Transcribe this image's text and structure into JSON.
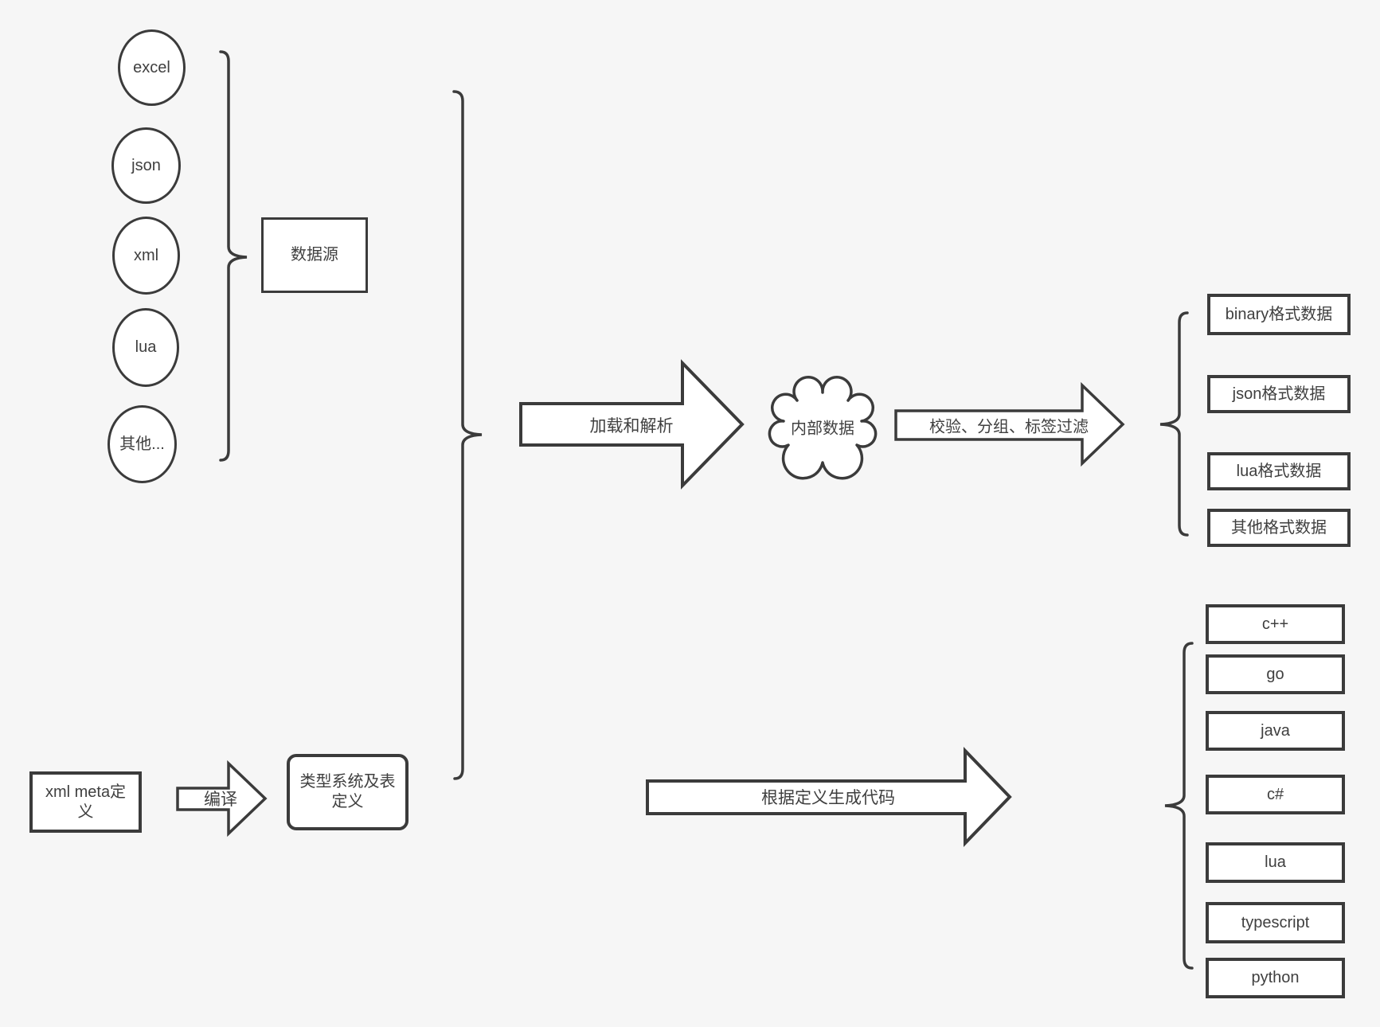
{
  "colors": {
    "background": "#f6f6f6",
    "stroke": "#3b3b3b",
    "shape_fill": "#ffffff",
    "text": "#3f3f3f"
  },
  "sources": {
    "items": [
      "excel",
      "json",
      "xml",
      "lua",
      "其他..."
    ],
    "group_label": "数据源"
  },
  "pipeline": {
    "load_arrow_label": "加载和解析",
    "cloud_label": "内部数据",
    "filter_arrow_label": "校验、分组、标签过滤"
  },
  "formats": [
    "binary格式数据",
    "json格式数据",
    "lua格式数据",
    "其他格式数据"
  ],
  "meta": {
    "xml_meta_label": "xml meta定义",
    "compile_arrow_label": "编译",
    "type_system_label": "类型系统及表定义",
    "codegen_arrow_label": "根据定义生成代码"
  },
  "languages": [
    "c++",
    "go",
    "java",
    "c#",
    "lua",
    "typescript",
    "python"
  ]
}
